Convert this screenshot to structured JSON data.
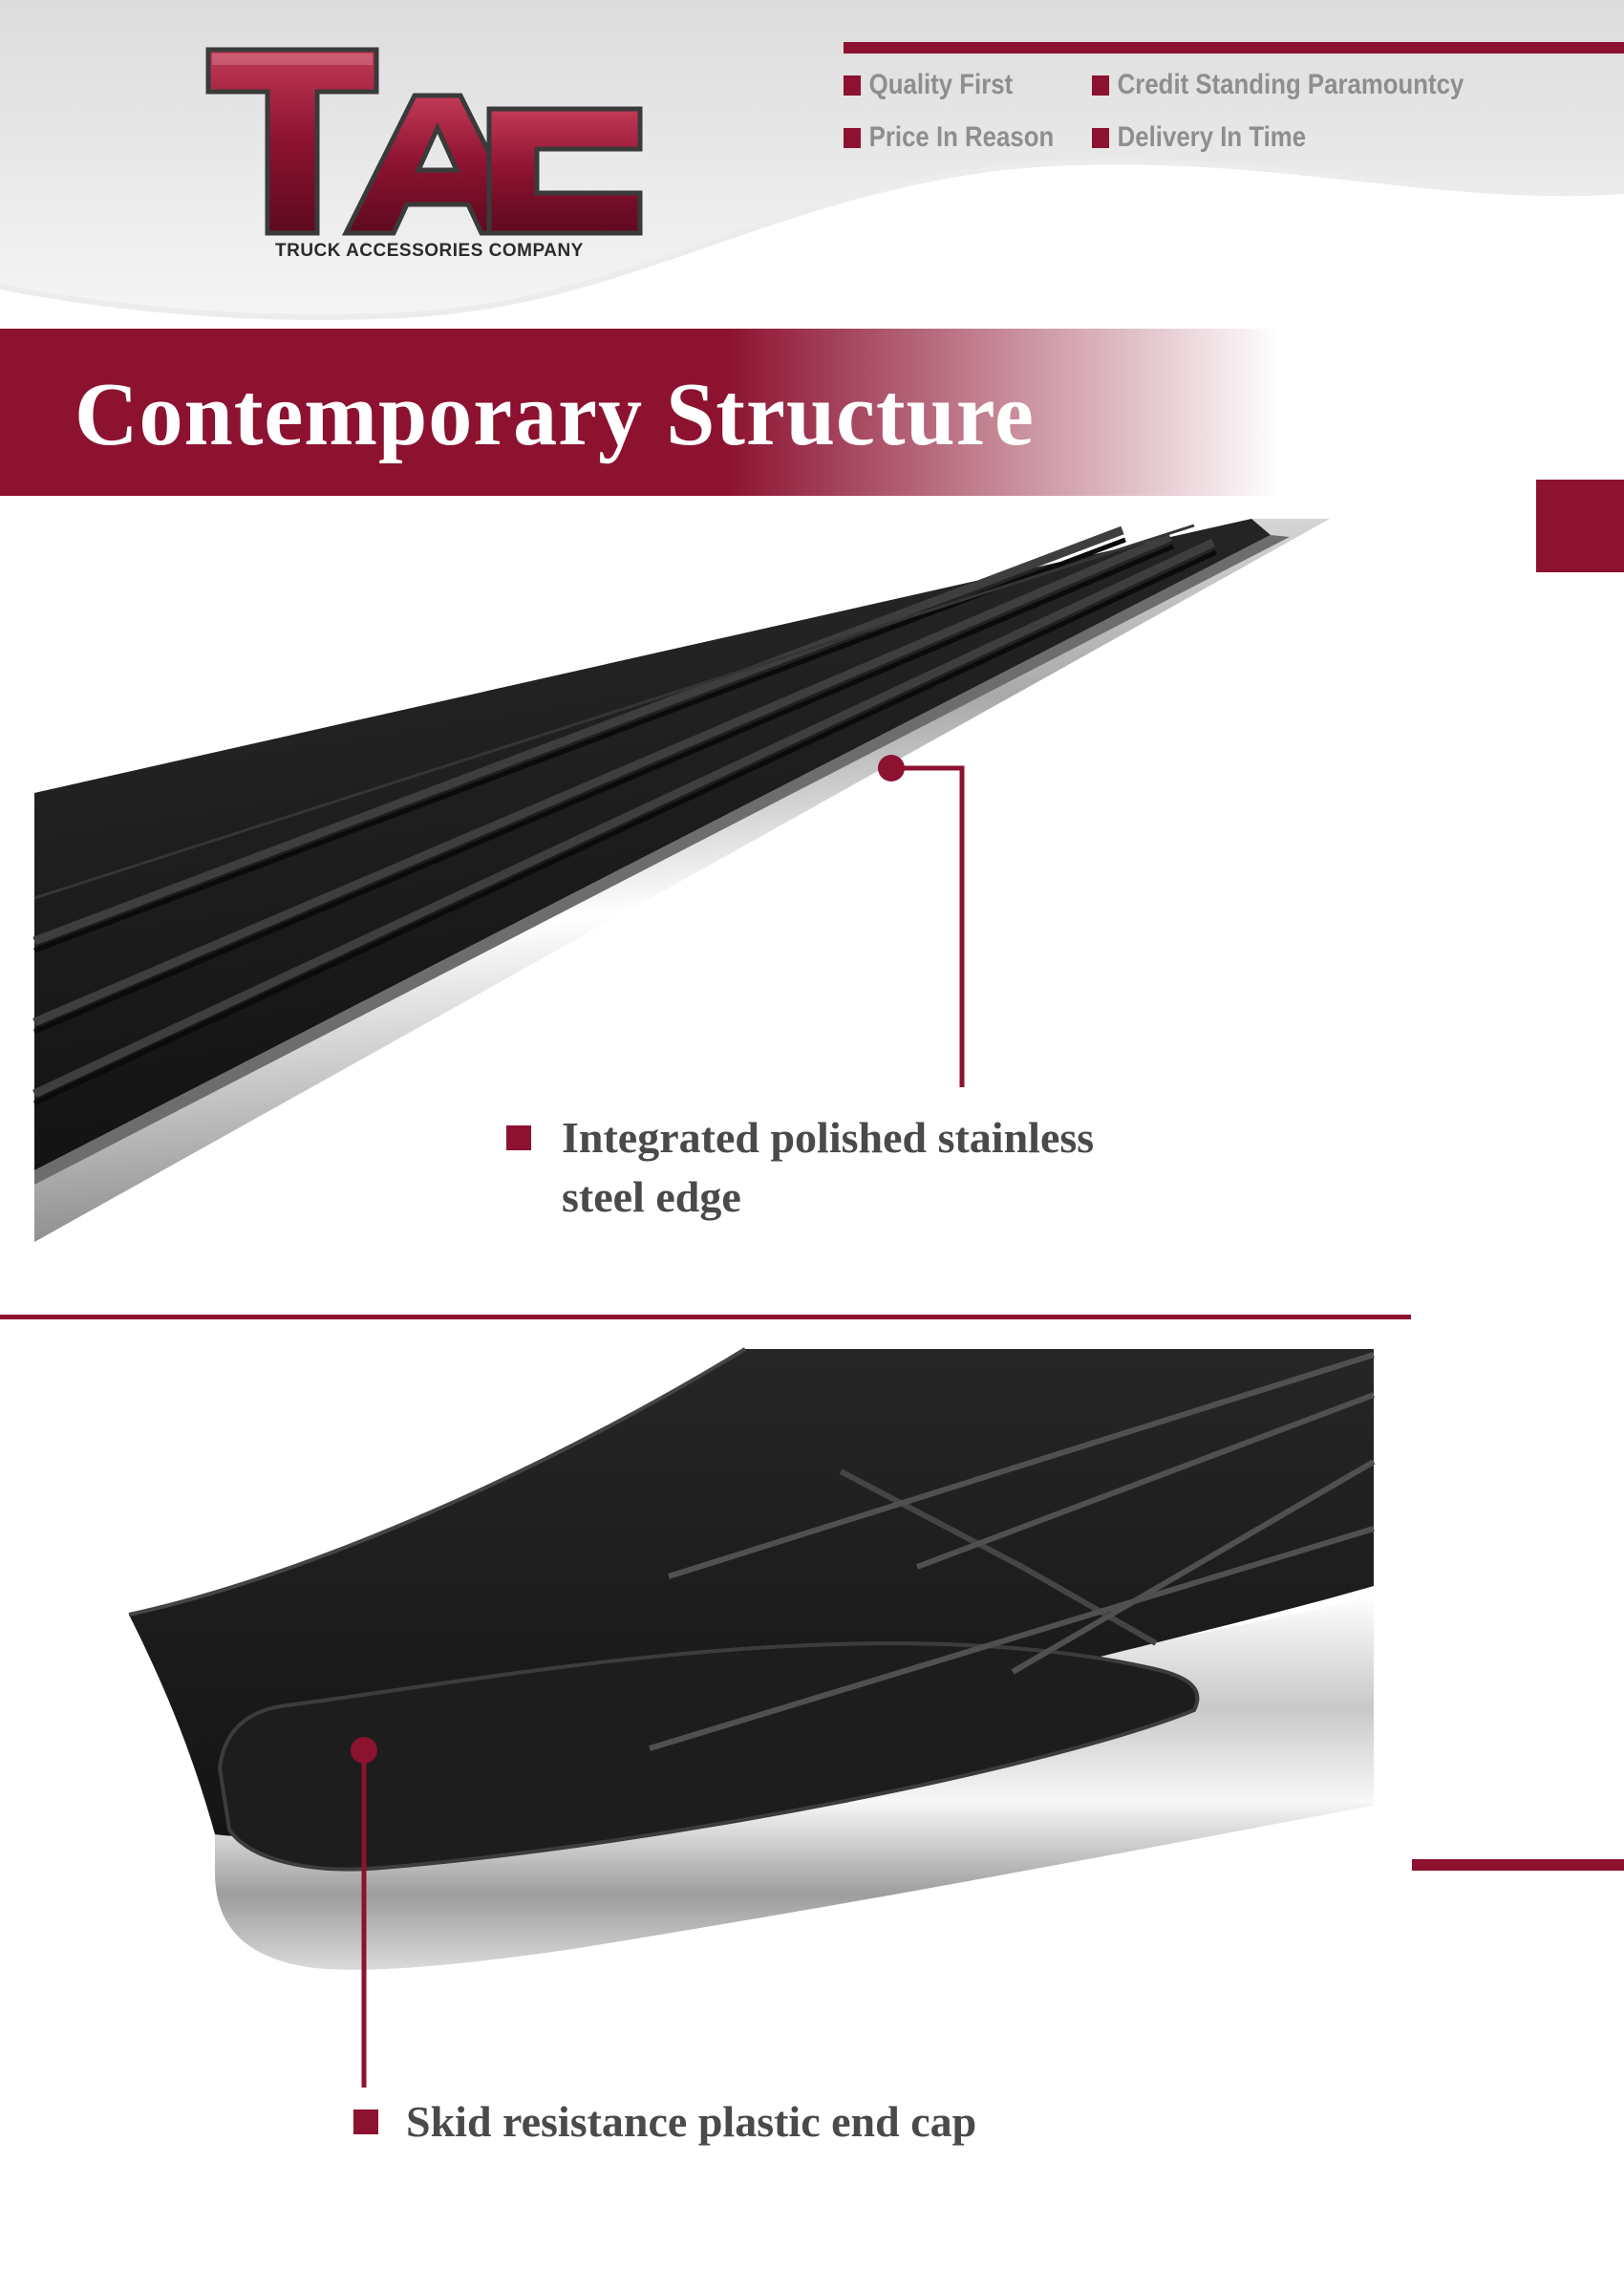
{
  "brand": {
    "logo_text": "TAC",
    "tagline": "TRUCK ACCESSORIES COMPANY",
    "accent_color": "#8c1230"
  },
  "mottos": [
    "Quality First",
    "Credit Standing Paramountcy",
    "Price In Reason",
    "Delivery In Time"
  ],
  "section_title": "Contemporary Structure",
  "features": [
    {
      "label": "Integrated polished stainless",
      "label_line2": "steel edge"
    },
    {
      "label": "Skid resistance plastic end cap"
    }
  ]
}
